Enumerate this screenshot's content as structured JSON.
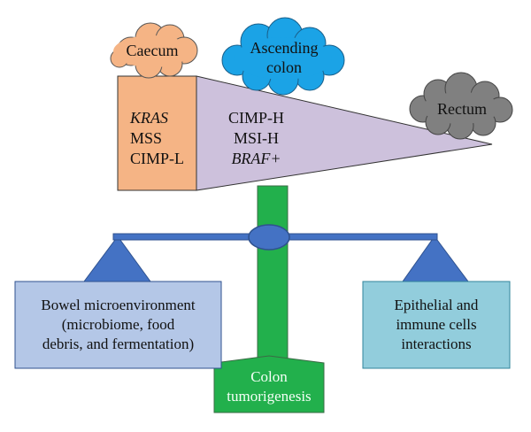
{
  "clouds": {
    "caecum": "Caecum",
    "ascending_colon": [
      "Ascending",
      "colon"
    ],
    "rectum": "Rectum"
  },
  "left_panel": {
    "line1": "KRAS",
    "line2": "MSS",
    "line3": "CIMP-L"
  },
  "wedge": {
    "line1": "CIMP-H",
    "line2": "MSI-H",
    "line3": "BRAF+"
  },
  "left_box": [
    "Bowel microenvironment",
    "(microbiome, food",
    "debris, and fermentation)"
  ],
  "right_box": [
    "Epithelial and",
    "immune cells",
    "interactions"
  ],
  "base": [
    "Colon",
    "tumorigenesis"
  ],
  "colors": {
    "caecum_cloud": "#f5b485",
    "ascending_cloud": "#1ba3e6",
    "rectum_cloud": "#808080",
    "left_panel": "#f5b485",
    "wedge": "#cdc1dc",
    "pillar": "#22b04c",
    "beam": "#4472c4",
    "left_box": "#b4c7e7",
    "right_box": "#92cddc"
  }
}
